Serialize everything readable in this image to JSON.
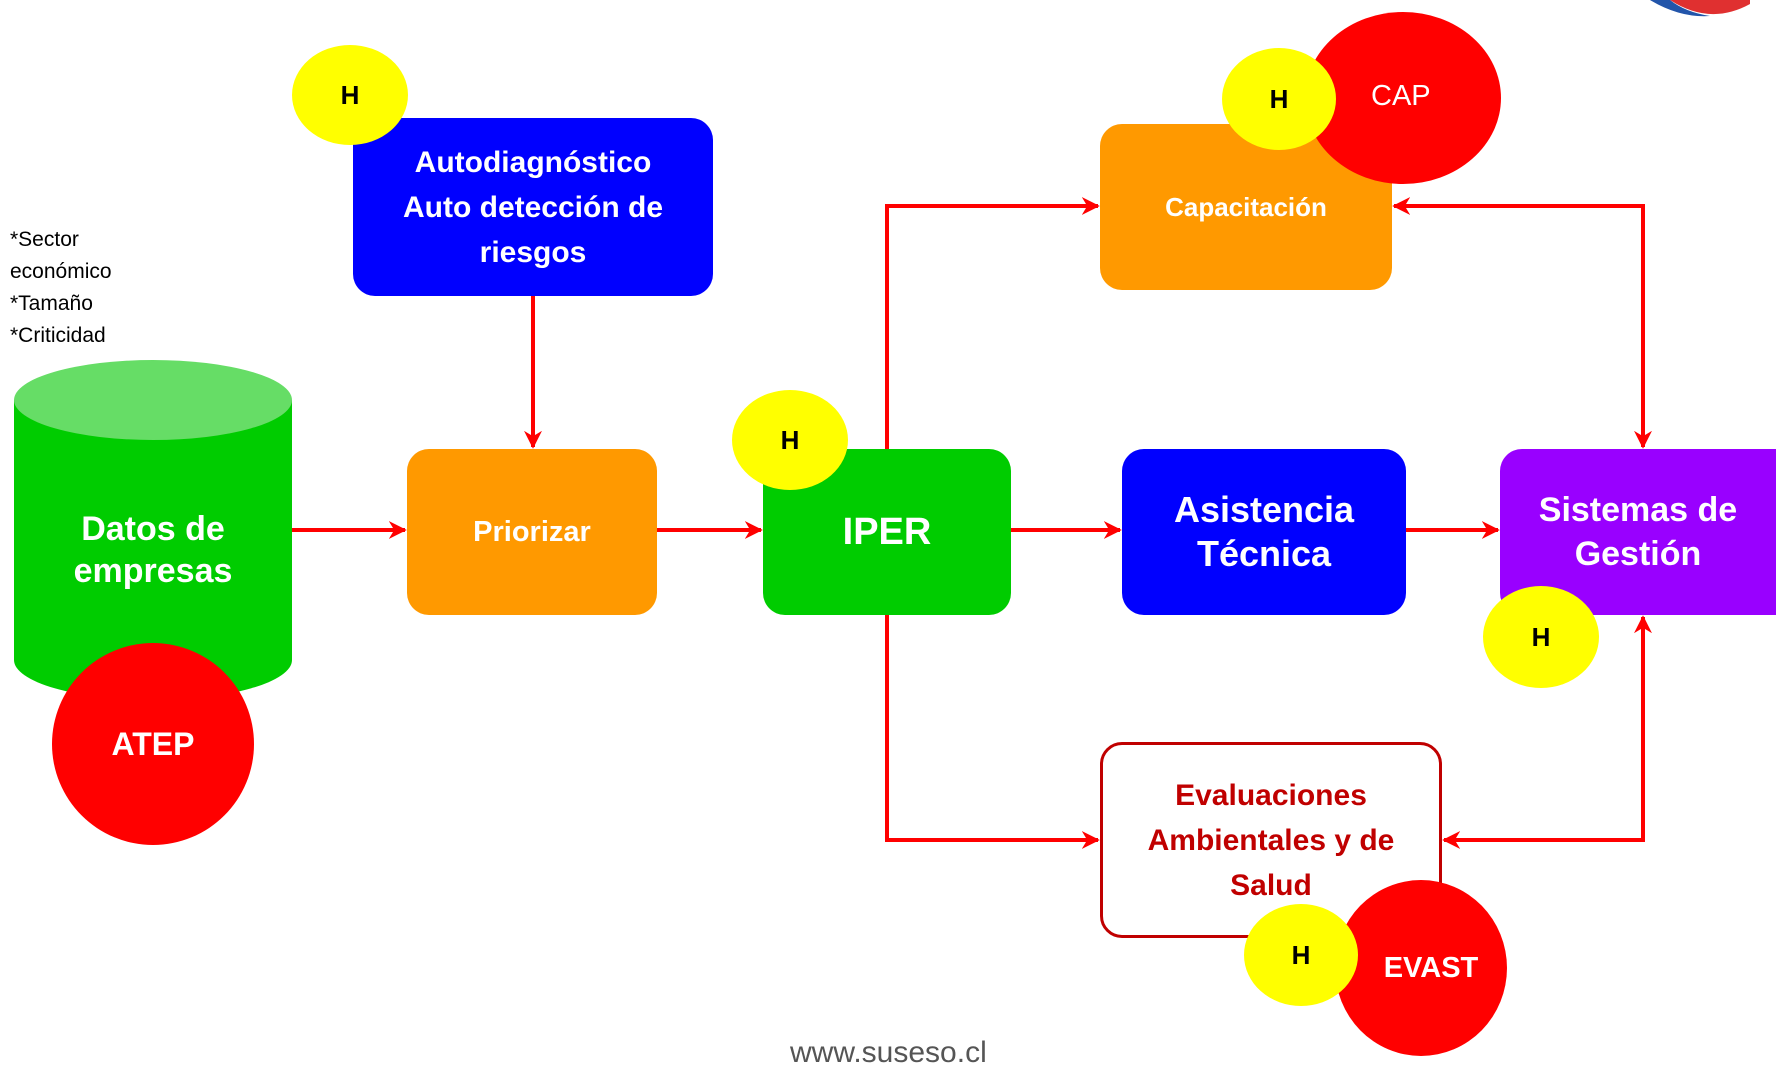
{
  "colors": {
    "blue": "#0000ff",
    "orange": "#ff9900",
    "green": "#00cc00",
    "purple": "#9900ff",
    "red": "#ff0000",
    "yellow": "#ffff00",
    "cylinder_top": "#66dd66",
    "eval_text": "#c00000"
  },
  "note": {
    "line1": "*Sector",
    "line2": "económico",
    "line3": "*Tamaño",
    "line4": "*Criticidad"
  },
  "nodes": {
    "datos": {
      "line1": "Datos de",
      "line2": "empresas"
    },
    "atep": "ATEP",
    "autodiag": {
      "line1": "Autodiagnóstico",
      "line2": "Auto detección de",
      "line3": "riesgos"
    },
    "priorizar": "Priorizar",
    "iper": "IPER",
    "capacitacion": "Capacitación",
    "cap": "CAP",
    "asistencia": {
      "line1": "Asistencia",
      "line2": "Técnica"
    },
    "sistemas": {
      "line1": "Sistemas de",
      "line2": "Gestión"
    },
    "evaluaciones": {
      "line1": "Evaluaciones",
      "line2": "Ambientales y de",
      "line3": "Salud"
    },
    "evast": "EVAST"
  },
  "badge_label": "H",
  "footer": "www.suseso.cl"
}
